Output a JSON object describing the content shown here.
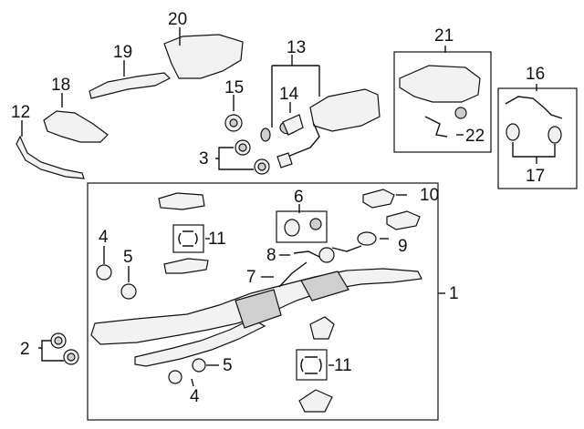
{
  "callouts": {
    "n1": "1",
    "n2": "2",
    "n3": "3",
    "n4a": "4",
    "n4b": "4",
    "n5a": "5",
    "n5b": "5",
    "n6": "6",
    "n7": "7",
    "n8": "8",
    "n9": "9",
    "n10": "10",
    "n11a": "11",
    "n11b": "11",
    "n12": "12",
    "n13": "13",
    "n14": "14",
    "n15": "15",
    "n16": "16",
    "n17": "17",
    "n18": "18",
    "n19": "19",
    "n20": "20",
    "n21": "21",
    "n22": "22"
  }
}
